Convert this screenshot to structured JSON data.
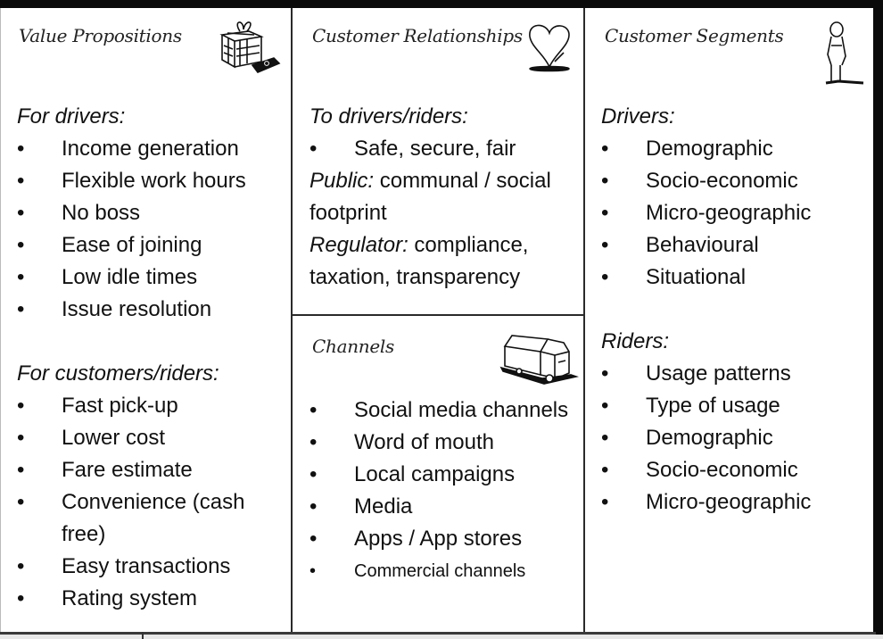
{
  "canvas": {
    "value_propositions": {
      "title": "Value Propositions",
      "icon": "gift-icon",
      "groups": [
        {
          "heading": "For drivers:",
          "items": [
            "Income generation",
            "Flexible work hours",
            "No boss",
            "Ease of joining",
            "Low idle times",
            "Issue resolution"
          ]
        },
        {
          "heading": "For customers/riders:",
          "items": [
            "Fast pick-up",
            "Lower cost",
            "Fare estimate",
            "Convenience (cash free)",
            "Easy transactions",
            "Rating system"
          ]
        }
      ]
    },
    "customer_relationships": {
      "title": "Customer Relationships",
      "icon": "heart-icon",
      "heading": "To drivers/riders:",
      "items": [
        "Safe, secure, fair"
      ],
      "paragraphs": [
        {
          "label": "Public:",
          "text": " communal / social footprint"
        },
        {
          "label": "Regulator:",
          "text": " compliance, taxation, transparency"
        }
      ]
    },
    "channels": {
      "title": "Channels",
      "icon": "truck-icon",
      "items": [
        "Social media channels",
        "Word of mouth",
        "Local campaigns",
        "Media",
        "Apps / App stores",
        "Commercial channels"
      ]
    },
    "customer_segments": {
      "title": "Customer Segments",
      "icon": "person-icon",
      "groups": [
        {
          "heading": "Drivers:",
          "items": [
            "Demographic",
            "Socio-economic",
            "Micro-geographic",
            "Behavioural",
            "Situational"
          ]
        },
        {
          "heading": "Riders:",
          "items": [
            "Usage patterns",
            "Type of usage",
            "Demographic",
            "Socio-economic",
            "Micro-geographic"
          ]
        }
      ]
    }
  }
}
